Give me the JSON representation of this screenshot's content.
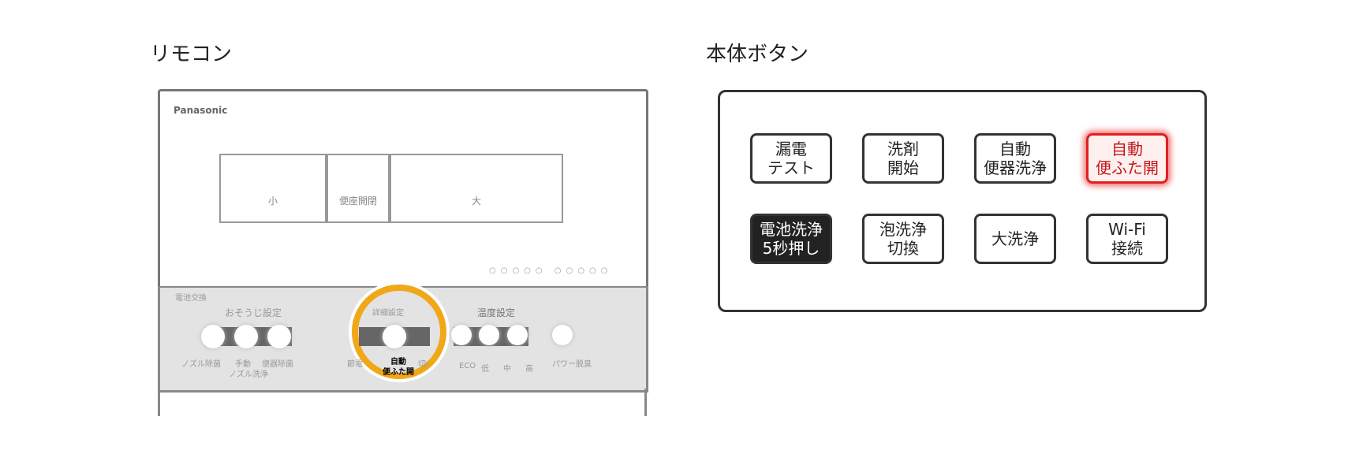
{
  "remote_title": "リモコン",
  "body_title": "本体ボタン",
  "remote": {
    "brand": "Panasonic",
    "buttons": {
      "small": "小",
      "seat": "便座開閉",
      "large": "大"
    },
    "battery": "電池交換",
    "cleaning": {
      "title": "おそうじ設定",
      "labels": [
        "ノズル除菌",
        "手動",
        "便器除菌"
      ],
      "sub": "ノズル洗浄"
    },
    "detail": {
      "title": "詳細設定",
      "labels": [
        "節電",
        "自動\n便ふた開",
        "切/"
      ]
    },
    "temp": {
      "title": "温度設定",
      "labels": [
        "ECO",
        "低",
        "中",
        "高"
      ]
    },
    "deodor": "パワー脱臭"
  },
  "body": {
    "buttons": [
      {
        "label": "漏電\nテスト",
        "style": "normal"
      },
      {
        "label": "洗剤\n開始",
        "style": "normal"
      },
      {
        "label": "自動\n便器洗浄",
        "style": "normal"
      },
      {
        "label": "自動\n便ふた開",
        "style": "highlight"
      },
      {
        "label": "電池洗浄\n5秒押し",
        "style": "dark"
      },
      {
        "label": "泡洗浄\n切換",
        "style": "normal"
      },
      {
        "label": "大洗浄",
        "style": "normal"
      },
      {
        "label": "Wi-Fi\n接続",
        "style": "normal"
      }
    ],
    "highlight_color": "#e02020"
  },
  "ring_color": "#f0a818"
}
